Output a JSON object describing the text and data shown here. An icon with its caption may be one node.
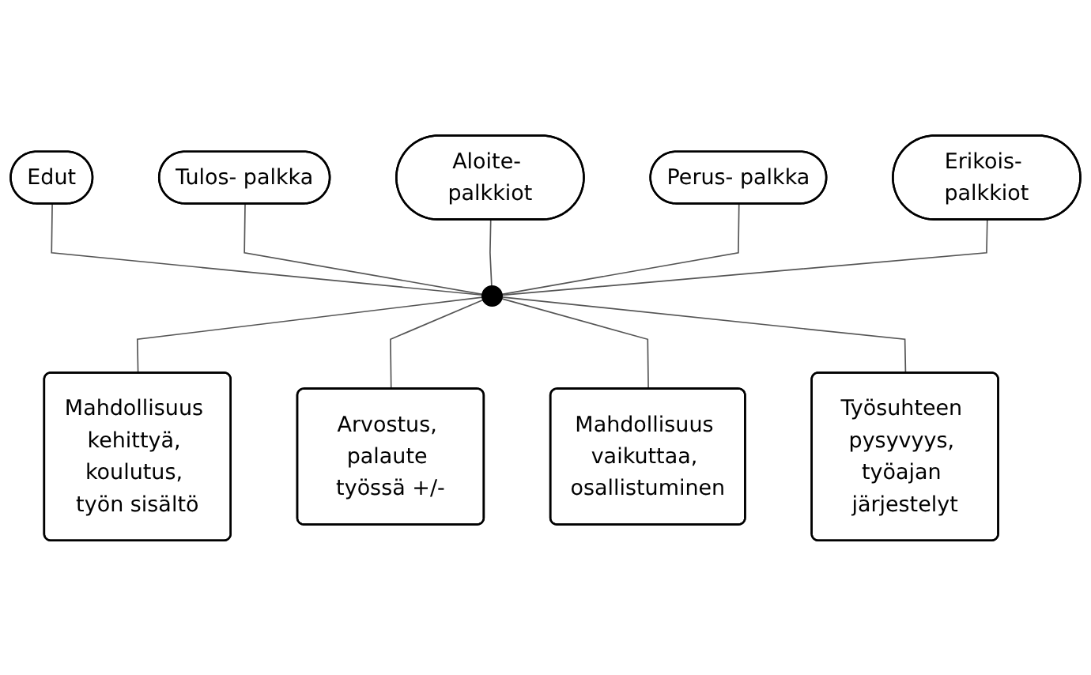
{
  "diagram": {
    "nodes": [
      {
        "text": [
          "Edut"
        ]
      },
      {
        "text": [
          "Tulos- palkka"
        ]
      },
      {
        "text": [
          "Aloite- palkkiot"
        ]
      },
      {
        "text": [
          "Perus- palkka"
        ]
      },
      {
        "text": [],
        "shape": "circle"
      },
      {
        "text": [
          "Erikois- palkkiot"
        ]
      },
      {
        "text": [
          "Mahdollisuus kehittyä, koulutus, työn sisältö"
        ]
      },
      {
        "text": [
          "Arvostus, palaute työssä +/-"
        ]
      },
      {
        "text": [
          "Mahdollisuus vaikuttaa, osallistuminen"
        ]
      },
      {
        "text": [
          "Työsuhteen pysyvyys, työajan järjestelyt"
        ]
      }
    ],
    "edges": [
      {
        "from": 0,
        "to": 4,
        "arrow": "none"
      },
      {
        "from": 1,
        "to": 4,
        "arrow": "none"
      },
      {
        "from": 2,
        "to": 4,
        "arrow": "none"
      },
      {
        "from": 3,
        "to": 4,
        "arrow": "none"
      },
      {
        "from": 5,
        "to": 4,
        "arrow": "none"
      },
      {
        "from": 4,
        "to": 6,
        "arrow": "none"
      },
      {
        "from": 4,
        "to": 7,
        "arrow": "none"
      },
      {
        "from": 4,
        "to": 8,
        "arrow": "none"
      },
      {
        "from": 4,
        "to": 9,
        "arrow": "none"
      }
    ]
  }
}
